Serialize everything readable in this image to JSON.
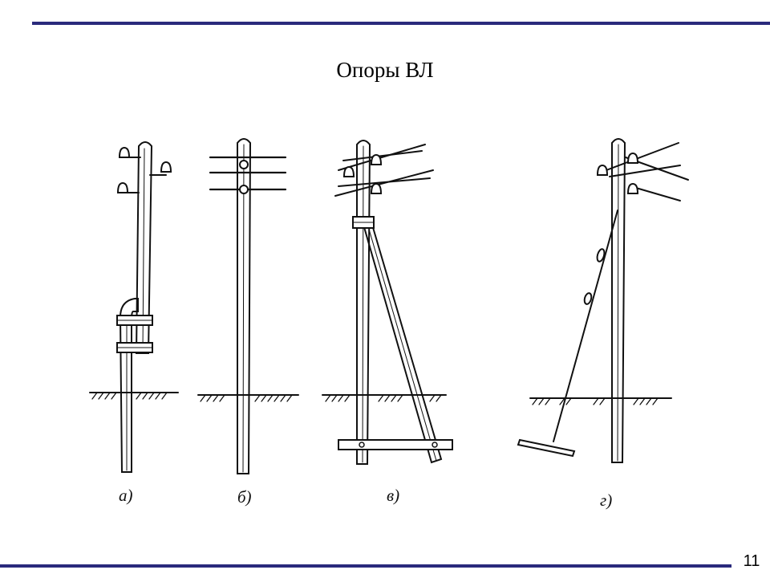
{
  "slide": {
    "title": "Опоры ВЛ",
    "page_number": "11",
    "accent_color": "#2a2a7c"
  },
  "figures": [
    {
      "id": "a",
      "label": "а)"
    },
    {
      "id": "b",
      "label": "б)"
    },
    {
      "id": "v",
      "label": "в)"
    },
    {
      "id": "g",
      "label": "г)"
    }
  ]
}
